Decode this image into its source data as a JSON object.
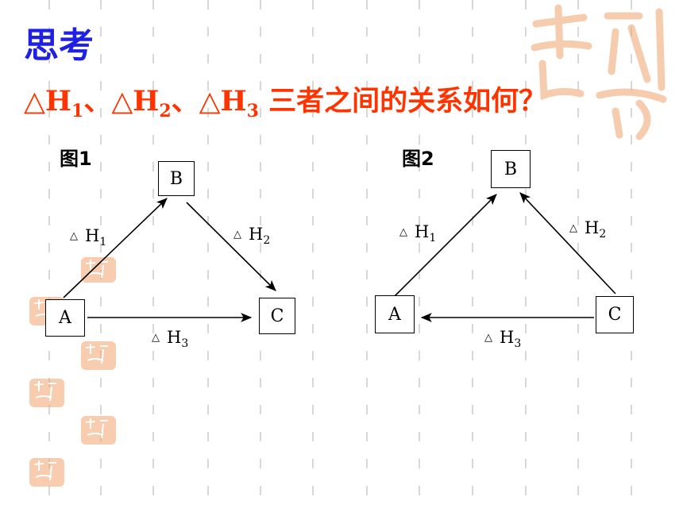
{
  "slide": {
    "title": "思考",
    "question": {
      "prefix": "△H",
      "sub1": "1",
      "sep1": "、△H",
      "sub2": "2",
      "sep2": "、△H",
      "sub3": "3",
      "suffix": " 三者之间的关系如何？"
    },
    "colors": {
      "title": "#1f1fe6",
      "question": "#ff3300",
      "stamp": "#f0a36e",
      "grid": "#d8d8d8"
    }
  },
  "figure1": {
    "label": "图1",
    "nodes": {
      "a": "A",
      "b": "B",
      "c": "C"
    },
    "dh1": {
      "symbol": "△",
      "letter": "H",
      "sub": "1"
    },
    "dh2": {
      "symbol": "△",
      "letter": "H",
      "sub": "2"
    },
    "dh3": {
      "symbol": "△",
      "letter": "H",
      "sub": "3"
    }
  },
  "figure2": {
    "label": "图2",
    "nodes": {
      "a": "A",
      "b": "B",
      "c": "C"
    },
    "dh1": {
      "symbol": "△",
      "letter": "H",
      "sub": "1"
    },
    "dh2": {
      "symbol": "△",
      "letter": "H",
      "sub": "2"
    },
    "dh3": {
      "symbol": "△",
      "letter": "H",
      "sub": "3"
    }
  }
}
